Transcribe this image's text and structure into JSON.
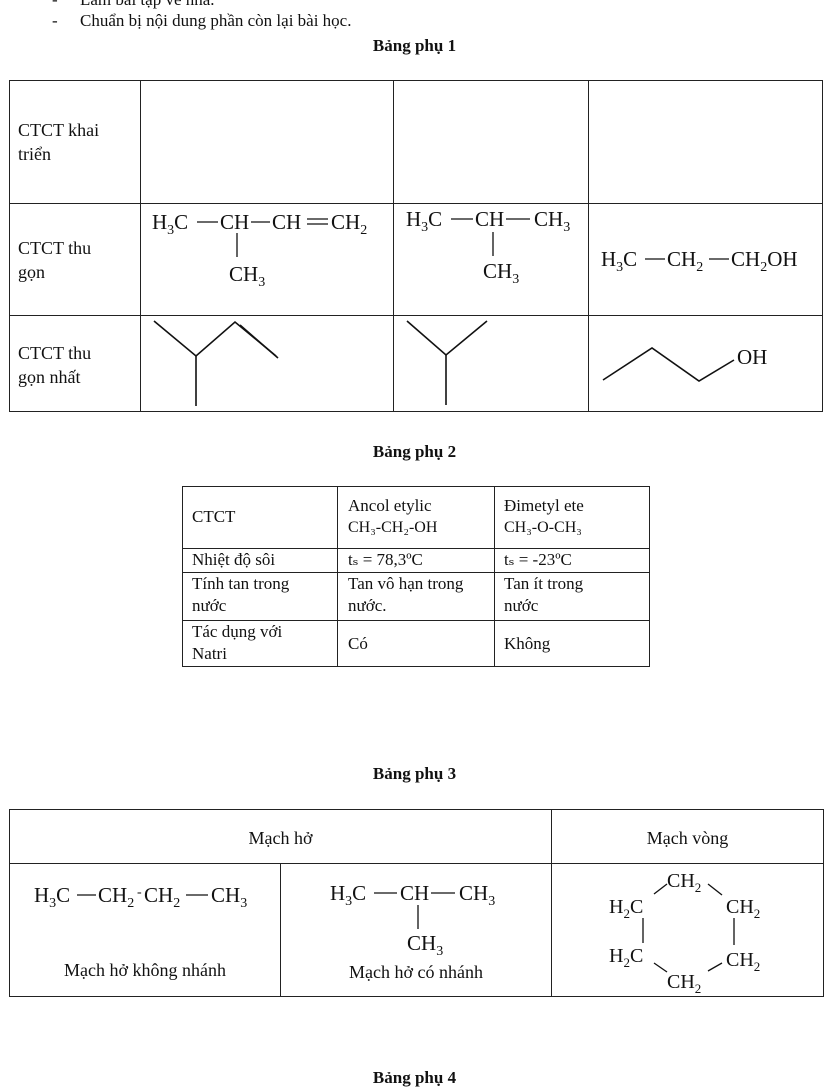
{
  "header": {
    "bullets": [
      "Làm bài tập về nhà.",
      "Chuẩn bị nội dung phần còn lại bài học."
    ]
  },
  "table1": {
    "title": "Bảng phụ 1",
    "rows": [
      "CTCT khai triển",
      "CTCT thu gọn",
      "CTCT thu gọn nhất"
    ],
    "row1": [
      "CTCT khai",
      "triển"
    ],
    "row2": [
      "CTCT thu",
      "gọn"
    ],
    "row3": [
      "CTCT thu",
      "gọn nhất"
    ],
    "formulas": {
      "f1": "H₃C−CH−CH=CH₂ with CH₃ branch",
      "f2": "H₃C−CH−CH₃ with CH₃ branch",
      "f3": "H₃C−CH₂−CH₂OH"
    },
    "oh_label": "OH"
  },
  "table2": {
    "title": "Bảng phụ 2",
    "header": {
      "c1": "CTCT",
      "c2_l1": "Ancol etylic",
      "c2_l2": "CH₃-CH₂-OH",
      "c3_l1": "Đimetyl ete",
      "c3_l2": "CH₃-O-CH₃"
    },
    "rows": [
      {
        "label": "Nhiệt độ sôi",
        "a": "tₛ = 78,3ºC",
        "b": "tₛ = -23ºC"
      },
      {
        "label_l1": "Tính tan trong",
        "label_l2": "nước",
        "a_l1": "Tan vô hạn trong",
        "a_l2": "nước.",
        "b_l1": "Tan ít trong",
        "b_l2": "nước"
      },
      {
        "label_l1": "Tác dụng với",
        "label_l2": "Natri",
        "a": "Có",
        "b": "Không"
      }
    ]
  },
  "table3": {
    "title": "Bảng phụ 3",
    "head_open": "Mạch hở",
    "head_ring": "Mạch vòng",
    "cap_unbranched": "Mạch hở không nhánh",
    "cap_branched": "Mạch hở có nhánh"
  },
  "footer_title": "Bảng phụ 4"
}
